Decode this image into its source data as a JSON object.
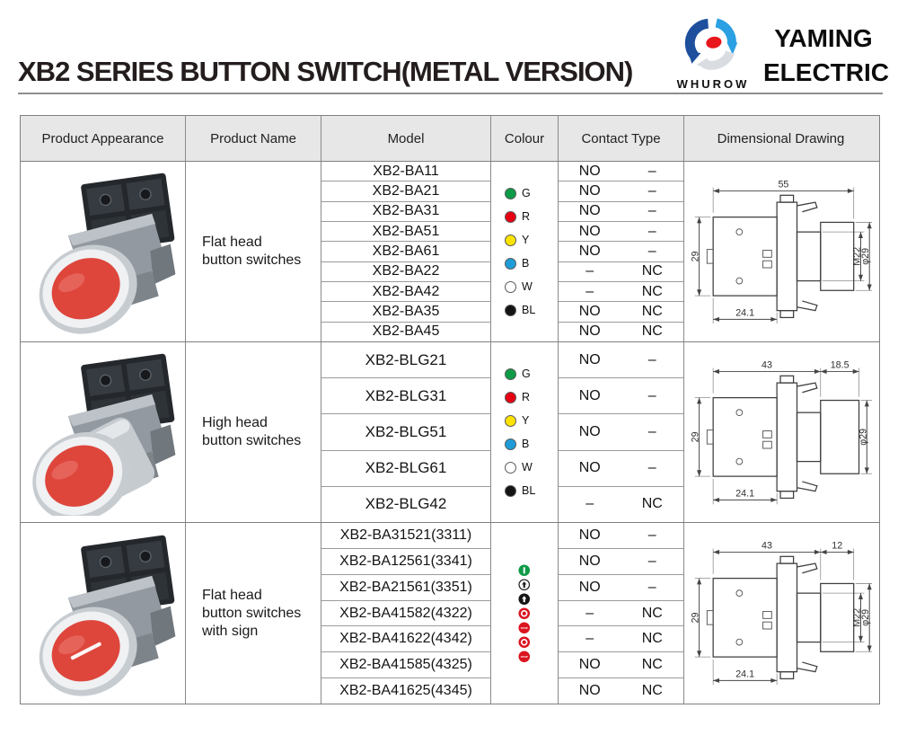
{
  "header": {
    "title": "XB2 SERIES BUTTON SWITCH(METAL VERSION)",
    "logo": {
      "brand": "WHUROW",
      "company_line1": "YAMING",
      "company_line2": "ELECTRIC"
    }
  },
  "table": {
    "columns": [
      "Product Appearance",
      "Product Name",
      "Model",
      "Colour",
      "Contact Type",
      "Dimensional Drawing"
    ],
    "colours": [
      {
        "label": "G",
        "color": "#0e9b47"
      },
      {
        "label": "R",
        "color": "#e60012"
      },
      {
        "label": "Y",
        "color": "#ffe300"
      },
      {
        "label": "B",
        "color": "#1f9cd8"
      },
      {
        "label": "W",
        "color": "#ffffff"
      },
      {
        "label": "BL",
        "color": "#141414"
      }
    ],
    "groups": [
      {
        "name_lines": [
          "Flat head",
          "button switches"
        ],
        "photo": "flat",
        "colour_type": "dots",
        "models": [
          "XB2-BA11",
          "XB2-BA21",
          "XB2-BA31",
          "XB2-BA51",
          "XB2-BA61",
          "XB2-BA22",
          "XB2-BA42",
          "XB2-BA35",
          "XB2-BA45"
        ],
        "contacts": [
          [
            "NO",
            "–"
          ],
          [
            "NO",
            "–"
          ],
          [
            "NO",
            "–"
          ],
          [
            "NO",
            "–"
          ],
          [
            "NO",
            "–"
          ],
          [
            "–",
            "NC"
          ],
          [
            "–",
            "NC"
          ],
          [
            "NO",
            "NC"
          ],
          [
            "NO",
            "NC"
          ]
        ],
        "drawing": {
          "variant": "flat",
          "top_dims": [
            "55"
          ],
          "left_dim": "29",
          "bottom_dim": "24.1",
          "right_dims": [
            "M22",
            "φ29"
          ]
        }
      },
      {
        "name_lines": [
          "High head",
          "button switches"
        ],
        "photo": "high",
        "colour_type": "dots",
        "models": [
          "XB2-BLG21",
          "XB2-BLG31",
          "XB2-BLG51",
          "XB2-BLG61",
          "XB2-BLG42"
        ],
        "contacts": [
          [
            "NO",
            "–"
          ],
          [
            "NO",
            "–"
          ],
          [
            "NO",
            "–"
          ],
          [
            "NO",
            "–"
          ],
          [
            "–",
            "NC"
          ]
        ],
        "drawing": {
          "variant": "high",
          "top_dims": [
            "43",
            "18.5"
          ],
          "left_dim": "29",
          "bottom_dim": "24.1",
          "right_dims": [
            "φ29"
          ]
        }
      },
      {
        "name_lines": [
          "Flat head",
          "button switches",
          "with sign"
        ],
        "photo": "flat-sign",
        "colour_type": "signs",
        "models": [
          "XB2-BA31521(3311)",
          "XB2-BA12561(3341)",
          "XB2-BA21561(3351)",
          "XB2-BA41582(4322)",
          "XB2-BA41622(4342)",
          "XB2-BA41585(4325)",
          "XB2-BA41625(4345)"
        ],
        "contacts": [
          [
            "NO",
            "–"
          ],
          [
            "NO",
            "–"
          ],
          [
            "NO",
            "–"
          ],
          [
            "–",
            "NC"
          ],
          [
            "–",
            "NC"
          ],
          [
            "NO",
            "NC"
          ],
          [
            "NO",
            "NC"
          ]
        ],
        "signs": [
          {
            "type": "start",
            "label": "I",
            "color": "#0e9b47"
          },
          {
            "type": "arrow-outline",
            "label": "↑",
            "color": "#ffffff"
          },
          {
            "type": "arrow-black",
            "label": "↑",
            "color": "#151515"
          },
          {
            "type": "ring",
            "label": "O",
            "color": "#da1420"
          },
          {
            "type": "stop",
            "label": "STOP",
            "color": "#da1420"
          },
          {
            "type": "ring",
            "label": "O",
            "color": "#da1420"
          },
          {
            "type": "stop",
            "label": "STOP",
            "color": "#da1420"
          }
        ],
        "drawing": {
          "variant": "flat",
          "top_dims": [
            "43",
            "12"
          ],
          "left_dim": "29",
          "bottom_dim": "24.1",
          "right_dims": [
            "M22",
            "φ29"
          ]
        }
      }
    ]
  }
}
